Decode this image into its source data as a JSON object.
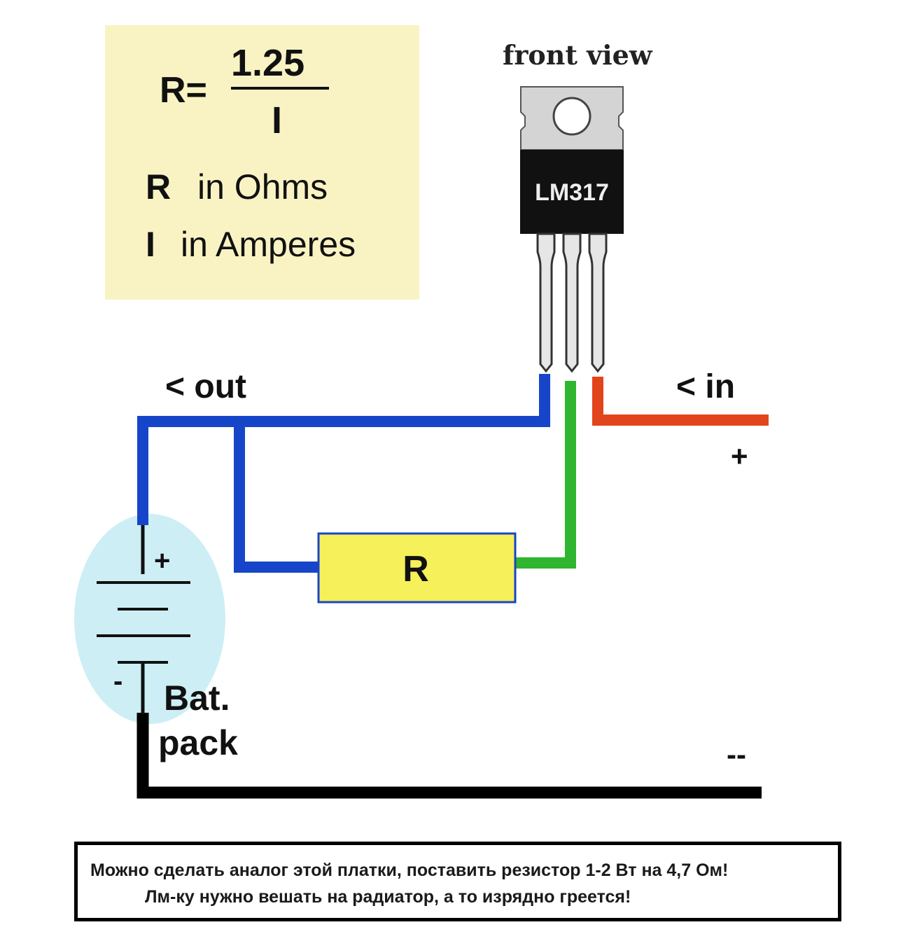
{
  "formula": {
    "lhs": "R=",
    "numerator": "1.25",
    "denominator": "I",
    "r_symbol": "R",
    "r_unit": "in Ohms",
    "i_symbol": "I",
    "i_unit": "in Amperes"
  },
  "regulator": {
    "caption": "front view",
    "label": "LM317"
  },
  "labels": {
    "out": "< out",
    "in": "< in",
    "in_plus": "+",
    "resistor": "R",
    "battery_plus": "+",
    "battery_minus": "-",
    "battery_line1": "Bat.",
    "battery_line2": "pack",
    "ground_minus": "--"
  },
  "note": {
    "line1": "Можно сделать аналог этой платки, поставить резистор 1-2 Вт на 4,7 Ом!",
    "line2": "Лм-ку нужно вешать на радиатор, а то изрядно греется!"
  },
  "colors": {
    "formula_bg": "#f9f3c4",
    "wire_out": "#1745c9",
    "wire_adj": "#2fb52f",
    "wire_in": "#e2451c",
    "wire_ground": "#000000",
    "resistor_fill": "#f6f05a",
    "battery_fill": "#cdeef5",
    "regulator_body": "#111111",
    "regulator_tab": "#d4d4d4"
  }
}
